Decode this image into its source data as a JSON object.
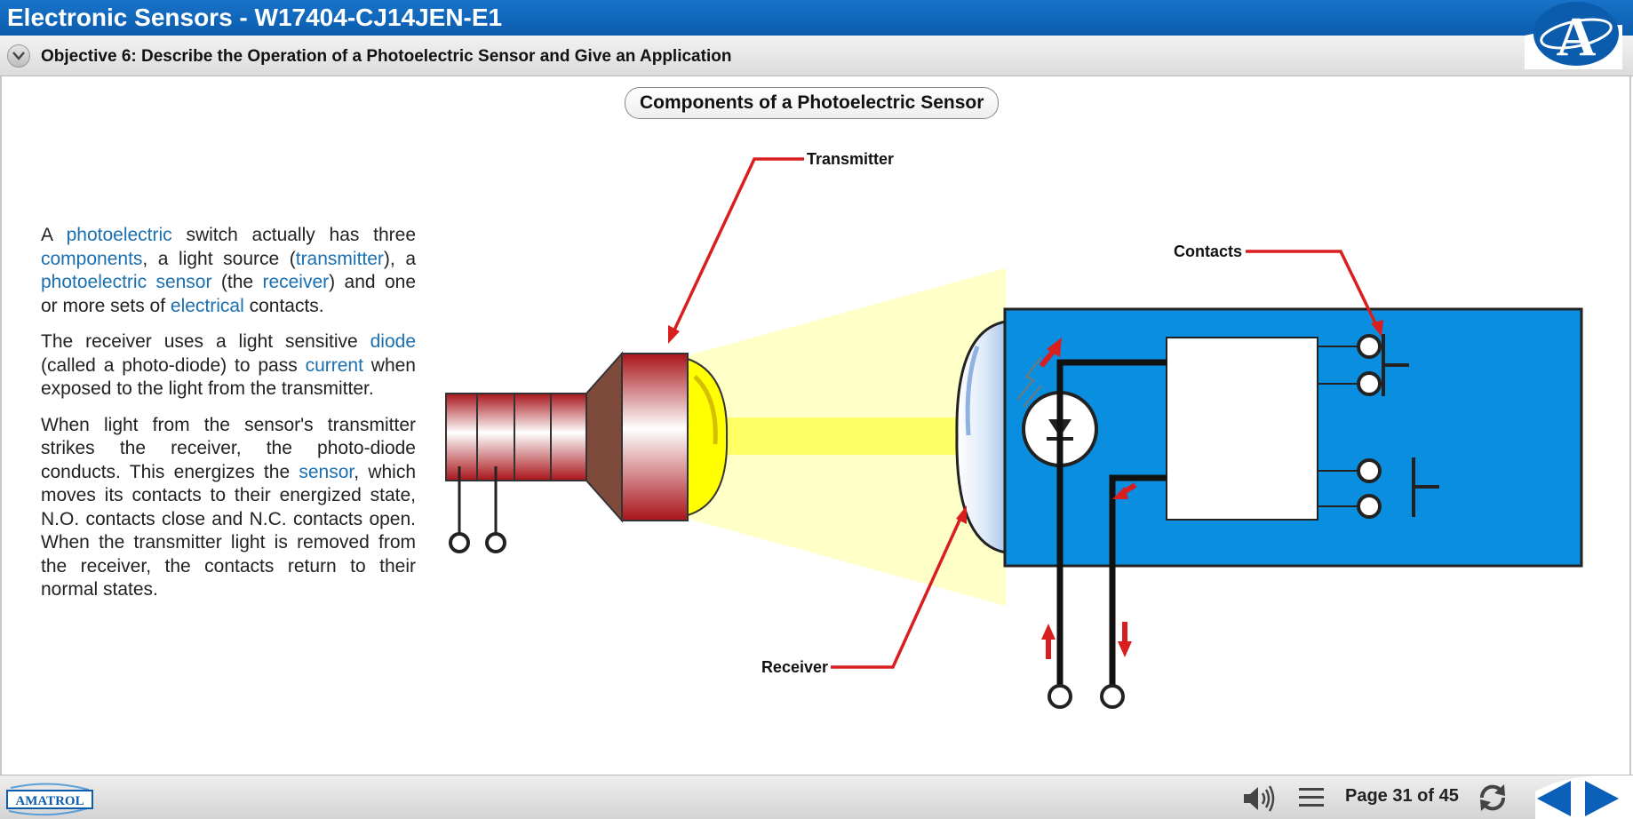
{
  "header": {
    "title": "Electronic Sensors - W17404-CJ14JEN-E1",
    "objective": "Objective 6: Describe the Operation of a Photoelectric Sensor and Give an Application",
    "logo_letter": "A"
  },
  "slide": {
    "title": "Components of a Photoelectric Sensor",
    "paragraphs": [
      [
        {
          "t": "A "
        },
        {
          "t": "photoelectric",
          "term": true
        },
        {
          "t": " switch actually has three "
        },
        {
          "t": "components",
          "term": true
        },
        {
          "t": ", a light source ("
        },
        {
          "t": "transmitter",
          "term": true
        },
        {
          "t": "), a "
        },
        {
          "t": "photoelectric sensor",
          "term": true
        },
        {
          "t": " (the "
        },
        {
          "t": "receiver",
          "term": true
        },
        {
          "t": ") and one or more sets of "
        },
        {
          "t": "electrical",
          "term": true
        },
        {
          "t": " contacts."
        }
      ],
      [
        {
          "t": "The receiver uses a light sensitive "
        },
        {
          "t": "diode",
          "term": true
        },
        {
          "t": " (called a photo-diode) to pass "
        },
        {
          "t": "current",
          "term": true
        },
        {
          "t": " when exposed to the light from the transmitter."
        }
      ],
      [
        {
          "t": "When light from the sensor's transmitter strikes the receiver, the photo-diode conducts. This energizes the "
        },
        {
          "t": "sensor",
          "term": true
        },
        {
          "t": ", which moves its contacts to their energized state, N.O. contacts close and N.C. contacts open. When the transmitter light is removed from the receiver, the contacts return to their normal states."
        }
      ]
    ],
    "labels": {
      "transmitter": "Transmitter",
      "contacts": "Contacts",
      "receiver": "Receiver"
    }
  },
  "footer": {
    "brand": "AMATROL",
    "page_text": "Page 31 of 45",
    "icons": [
      "speaker-icon",
      "menu-icon",
      "refresh-icon",
      "back-arrow-icon",
      "forward-arrow-icon"
    ]
  },
  "colors": {
    "header_blue": "#0b5cad",
    "term_blue": "#1a6fb0",
    "receiver_blue": "#0a8ee0",
    "annotation_red": "#d81e1e",
    "nav_blue": "#0a5fb8"
  }
}
